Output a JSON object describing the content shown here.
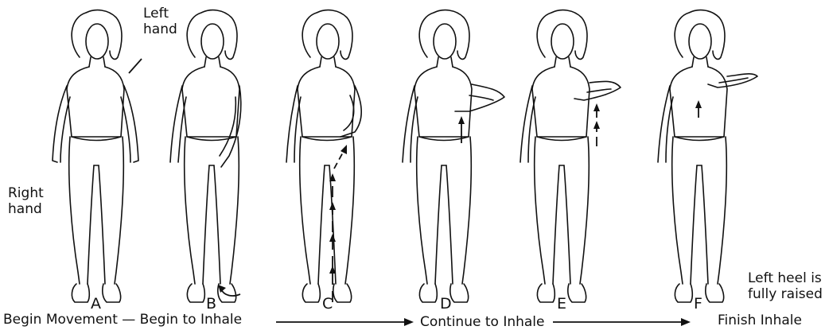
{
  "annotations": {
    "left_hand": [
      "Left",
      "hand"
    ],
    "right_hand": [
      "Right",
      "hand"
    ],
    "left_heel": [
      "Left heel is",
      "fully raised"
    ]
  },
  "figure_labels": [
    "A",
    "B",
    "C",
    "D",
    "E",
    "F"
  ],
  "captions": {
    "begin": "Begin Movement — Begin to Inhale",
    "continue": "Continue to Inhale",
    "finish": "Finish Inhale"
  }
}
